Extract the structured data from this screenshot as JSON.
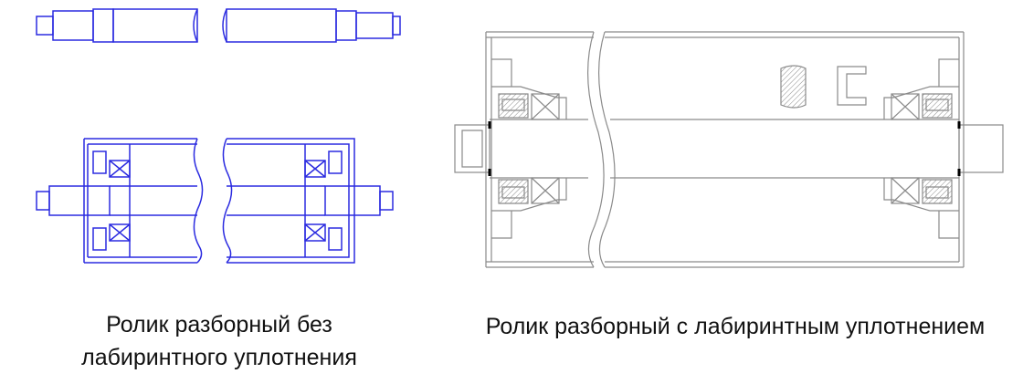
{
  "captions": {
    "left_line1": "Ролик разборный без",
    "left_line2": "лабиринтного уплотнения",
    "right": "Ролик разборный с лабиринтным уплотнением"
  },
  "colors": {
    "left_drawing_stroke": "#2b2be0",
    "right_drawing_stroke": "#8a8a8a",
    "seal_accent": "#000000"
  }
}
